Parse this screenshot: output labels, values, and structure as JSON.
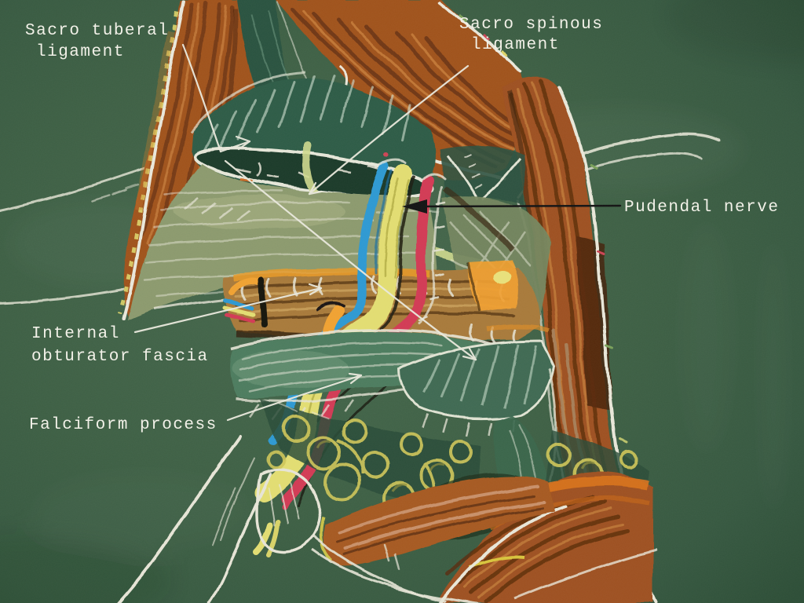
{
  "figure": {
    "medium": "chalk drawing on green blackboard",
    "subject": "Gluteal dissection diagram showing the pudendal nerve"
  },
  "labels": {
    "sacro_tuberal": {
      "line1": "Sacro tuberal",
      "line2": "ligament"
    },
    "sacro_spinous": {
      "line1": "Sacro spinous",
      "line2": "ligament"
    },
    "pudendal_nerve": {
      "text": "Pudendal nerve"
    },
    "internal_obturator": {
      "line1": "Internal",
      "line2": "obturator fascia"
    },
    "falciform": {
      "text": "Falciform process"
    }
  },
  "colors": {
    "board_green": "#3d6045",
    "chalk_white": "#eceadd",
    "label_text": "#f2f1e8",
    "muscle_brown": "#a0521e",
    "muscle_shadow": "#5e2f10",
    "muscle_highlight": "#c47c3a",
    "ligament_dark_green": "#2f5b46",
    "fascia_sage": "#8c9a6e",
    "falciform_green": "#4e7c5f",
    "obturator_tan": "#a87a3a",
    "nerve_yellow": "#e2dd72",
    "artery_red": "#d23a54",
    "vein_blue": "#2f99d2",
    "tendon_orange": "#f0a232",
    "fat_yellow": "#cfc659",
    "pointer_black": "#141414"
  }
}
